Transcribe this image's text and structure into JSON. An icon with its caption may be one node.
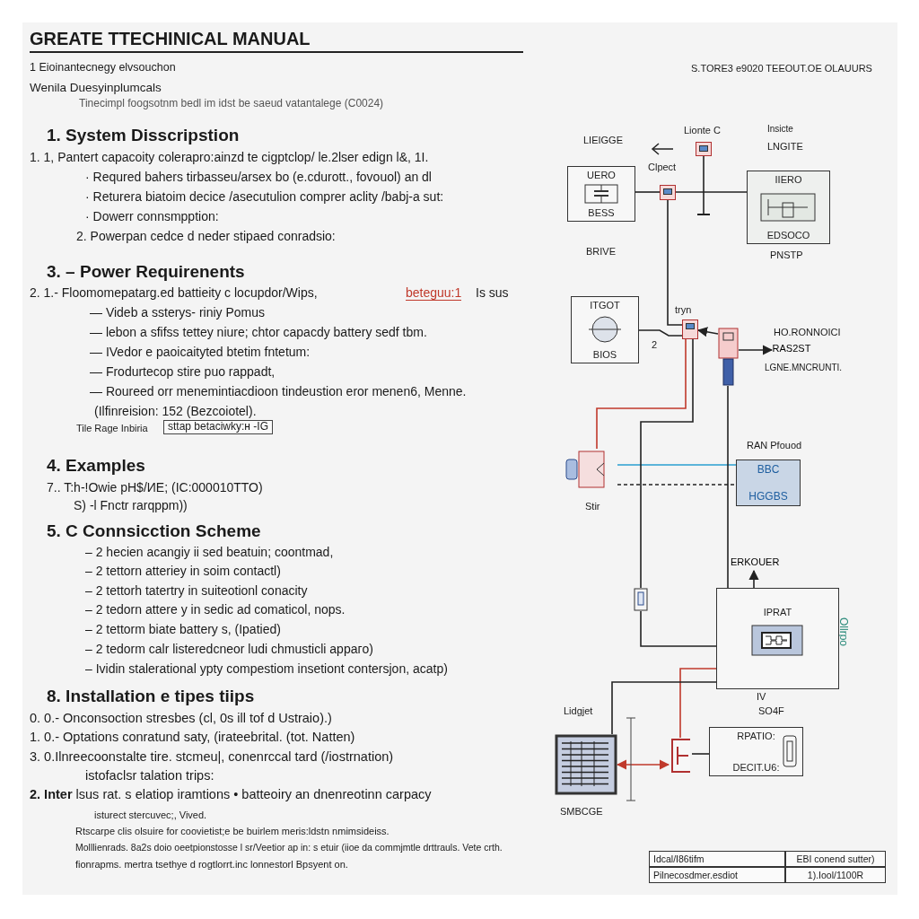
{
  "diagram": {
    "title": "GREATE TTECHINICAL MANUAL",
    "nodes": [
      {
        "text": [
          "UERO",
          "BESS"
        ]
      },
      {
        "text": [
          "Clpect"
        ]
      },
      {
        "text": [
          "Lionte C"
        ]
      },
      {
        "text": [
          "IIERO",
          "EDSOCO"
        ],
        "beside": [
          "PNSTP"
        ]
      },
      {
        "text": [
          "ITGOT",
          "BIOS"
        ]
      },
      {
        "text": [
          "tryn"
        ]
      },
      {
        "text": [],
        "shape": "box"
      },
      {
        "text": [],
        "shape": "box",
        "beside": [
          "Stir"
        ]
      },
      {
        "text": [
          "BBC",
          "HGGBS"
        ],
        "beside": [
          "RAN Pfouod"
        ]
      },
      {
        "text": [],
        "shape": "box"
      },
      {
        "text": [
          "IPRAT"
        ]
      },
      {
        "text": [],
        "shape": "box",
        "beside": [
          "Lidgjet",
          "SMBCGE"
        ]
      },
      {
        "text": [],
        "shape": "box"
      },
      {
        "text": [
          "RPATIO:",
          "DECIT.U6:"
        ]
      },
      {
        "text": [
          "ERKOUER"
        ]
      },
      {
        "text": [
          "RAS2ST"
        ]
      }
    ],
    "edges": [
      {
        "from": 0,
        "to": 1,
        "arrow": "none"
      },
      {
        "from": 1,
        "to": 3,
        "arrow": "none"
      },
      {
        "from": 2,
        "to": null,
        "arrow": "none"
      },
      {
        "from": 1,
        "to": 5,
        "arrow": "none"
      },
      {
        "from": 4,
        "to": 5,
        "arrow": "none"
      },
      {
        "from": 6,
        "to": 5,
        "arrow": "to"
      },
      {
        "from": 5,
        "to": 7,
        "arrow": "none",
        "color": "#c0392b"
      },
      {
        "from": 7,
        "to": 8,
        "arrow": "none",
        "color": "#2a9fd0"
      },
      {
        "from": 7,
        "to": 8,
        "arrow": "none",
        "style": "dashed"
      },
      {
        "from": 5,
        "to": 9,
        "arrow": "none"
      },
      {
        "from": 9,
        "to": 10,
        "arrow": "none"
      },
      {
        "from": 6,
        "to": 10,
        "arrow": "none"
      },
      {
        "from": 10,
        "to": 12,
        "arrow": "none",
        "color": "#c0392b"
      },
      {
        "from": 11,
        "to": 12,
        "arrow": "both",
        "color": "#c0392b"
      },
      {
        "from": 12,
        "to": 13,
        "arrow": "none"
      },
      {
        "from": 10,
        "to": 14,
        "arrow": "to"
      },
      {
        "from": 10,
        "to": 11,
        "arrow": "none"
      },
      {
        "from": 6,
        "to": 15,
        "arrow": "to"
      }
    ],
    "labels": [
      "1 Eioinantecnegy elvsouchon",
      "Wenila Duesyinplumcals",
      "Tinecimpl foogsotnm bedl im idst be saeud vatantalege (C0024)",
      "S.TORE3 e9020 TEEOUT.OE OLAUURS",
      "1. System Disscripstion",
      "1.  1, Pantert capacoity colerapro:ainzd te cigptclop/ le.2lser edign l&, 1I.",
      "· Requred bahers tirbasseu/arsex bo (e.cdurott., fovouol) an dl",
      "· Returera biatoim decice /asecutulion comprer aclity /babj-a sut:",
      "· Dowerr connsmpption:",
      "2. Powerpan cedce d neder stipaed conradsio:",
      "3. – Power Requirenents",
      "2.  1.- Floomomepatarg.ed battieity c locupdor/Wips,",
      "beteguu:1",
      "Is sus",
      "— Videb a ssterys- riniy Pomus",
      "— lebon a sfifss tettey niure; chtor capacdy battery sedf tbm.",
      "— IVedor e paoicaityted btetim fntetum:",
      "— Frodurtecop stire puo rappadt,",
      "— Roureed orr menemintiacdioon tindeustion eror menen6, Menne.",
      "(Ilfinreision: 152 (Bezcoiotel).",
      "Tile Rage Inbiria",
      "sttap betaciwky:н -IG",
      "4. Examples",
      "7..  T:h-!Owie pH$/ИE; (IC:000010TTO)",
      "S) -l Fnctr rarqppm))",
      "5. C Connsicction Scheme",
      "– 2 hecien acangiy ii sed beatuin; coontmad,",
      "– 2 tettorn atteriey in soim contactl)",
      "– 2 tettorh tatertry in suiteotionl conacity",
      "– 2 tedorn attere y in sedic ad comaticol,   nops.",
      "– 2 tettorm biate battery s, (Ipatied)",
      "– 2 tedorm calr listeredcneor ludi chmusticli  appaгo)",
      "– Ividin stalerational ypty compestiom insetiont contersjon, acatp)",
      "8. Installation e tipes tiips",
      "0.  0.- Onconsoction stresbes (cl, 0s ill tof d Ustraio).)",
      "1.  0.- Optations conratund saty, (irateebrital. (tot. Natten)",
      "3.  0.Ilnreecoonstalte tire. stcmeu|, conenrccal tard (/iostrnation)",
      "istofaclsr talation trips:",
      "**2.  Inter** lsus rat. s elatiop iramtions • batteoiry an dnenreotinn carpacy",
      "isturect stercuvec;, Vived.",
      "Rtscarpe clis olsuire for coovietist;e be buirlem meris:ldstn nmimsideiss.",
      "Molllienrads. 8a2s doio oeetpionstosse l sr/Veetior ap in: s etuir (iioe da commjmtle drttrauls. Vete crth.",
      "fionrapms. mertra tsethye d rogtlorrt.inc lonnestorl Bpsyent on.",
      "LIEIGGE",
      "BRIVE",
      "Insicte",
      "LNGITE",
      "HO.RONNOICI",
      "LGNE.MNCRUNTI.",
      "2",
      "Ollrpo",
      "IV",
      "SO4F",
      "Idcal/I86tifm",
      "EBI conend sutter)",
      "Pilnecosdmer.esdiot",
      "1).Iool/1100R"
    ]
  }
}
